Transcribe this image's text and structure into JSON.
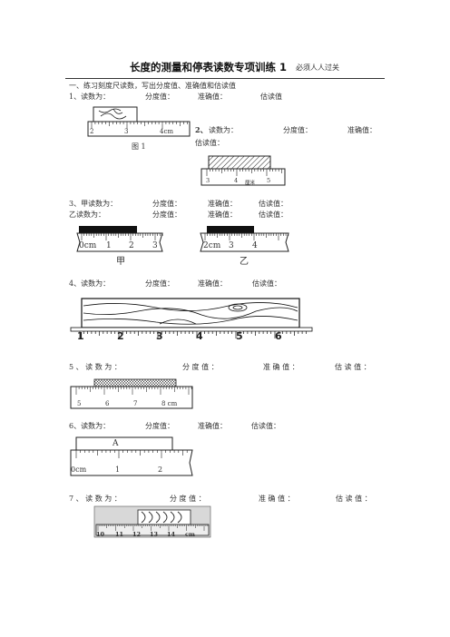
{
  "header": {
    "title": "长度的测量和停表读数专项训练 1",
    "note": "必须人人过关"
  },
  "intro": "一、练习刻度尺读数，写出分度值、准确值和估读值",
  "q1": {
    "num": "1、读数为：",
    "f1": "分度值：",
    "f2": "准确值：",
    "f3": "估读值",
    "ticks": [
      "2",
      "3",
      "4cm"
    ],
    "caption": "图 1"
  },
  "q2": {
    "num": "2、",
    "read": "读数为：",
    "f1": "分度值：",
    "f2": "准确值：",
    "f3": "估读值：",
    "ticks": [
      "3",
      "4",
      "5"
    ],
    "unit": "厘米"
  },
  "q3": {
    "a_line": [
      "3、甲读数为：",
      "分度值：",
      "准确值：",
      "估读值："
    ],
    "b_line": [
      "乙读数为：",
      "分度值：",
      "准确值：",
      "估读值："
    ],
    "jia_ticks": [
      "0cm",
      "1",
      "2",
      "3"
    ],
    "jia_label": "甲",
    "yi_ticks": [
      "2cm",
      "3",
      "4"
    ],
    "yi_label": "乙"
  },
  "q4": {
    "num": "4、读数为：",
    "f1": "分度值：",
    "f2": "准确值：",
    "f3": "估读值：",
    "ticks": [
      "1",
      "2",
      "3",
      "4",
      "5",
      "6"
    ]
  },
  "q5": {
    "num": "5 、 读 数 为 ：",
    "f1": "分 度 值 ：",
    "f2": "准 确 值 ：",
    "f3": "估 读 值 ：",
    "ticks": [
      "5",
      "6",
      "7",
      "8 cm"
    ]
  },
  "q6": {
    "num": "6、读数为：",
    "f1": "分度值：",
    "f2": "准确值：",
    "f3": "估读值：",
    "ticks": [
      "0cm",
      "1",
      "2"
    ],
    "block": "A"
  },
  "q7": {
    "num": "7 、 读 数 为 ：",
    "f1": "分 度 值 ：",
    "f2": "准 确 值 ：",
    "f3": "估 读 值 ：",
    "ticks": [
      "10",
      "11",
      "12",
      "13",
      "14",
      "cm"
    ]
  }
}
